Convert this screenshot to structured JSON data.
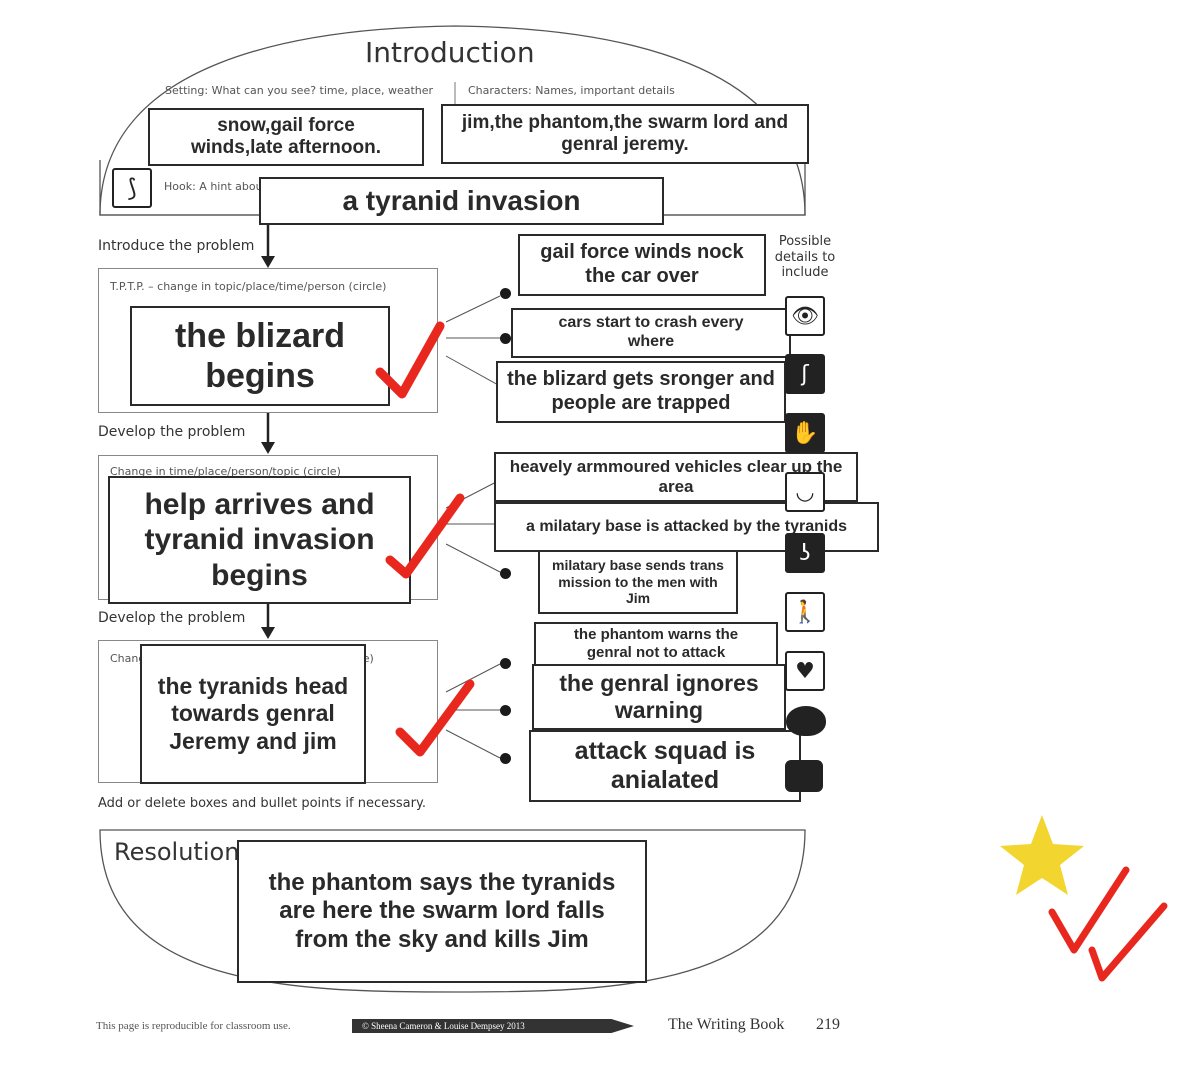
{
  "introduction": {
    "title": "Introduction",
    "setting_label": "Setting: What can you see? time, place, weather",
    "characters_label": "Characters: Names, important details",
    "setting_answer": "snow,gail force winds,late afternoon.",
    "characters_answer": "jim,the phantom,the swarm lord and genral jeremy.",
    "hook_label": "Hook: A hint about the problem",
    "hook_answer": "a tyranid invasion"
  },
  "introduce_label": "Introduce the problem",
  "details_label": "Possible details to include",
  "section1": {
    "tptp_label": "T.P.T.P. – change in topic/place/time/person (circle)",
    "main": "the blizard begins",
    "bullets": [
      "gail force winds nock the car over",
      "cars start to crash every where",
      "the blizard gets sronger and people are trapped"
    ]
  },
  "develop_label_1": "Develop the problem",
  "section2": {
    "change_label": "Change in time/place/person/topic (circle)",
    "main": "help arrives and tyranid invasion begins",
    "bullets": [
      "heavely armmoured vehicles clear up the area",
      "a milatary base is attacked by the tyranids",
      "milatary base sends trans mission to the men with Jim"
    ]
  },
  "develop_label_2": "Develop the problem",
  "section3": {
    "change_label_a": "Change in",
    "change_label_b": "(circle)",
    "main": "the tyranids head towards genral Jeremy and jim",
    "bullets": [
      "the phantom warns the genral not to attack",
      "the genral ignores warning",
      "attack squad is anialated"
    ]
  },
  "add_delete_label": "Add or delete boxes and bullet points if necessary.",
  "resolution": {
    "title": "Resolution",
    "answer": "the phantom says the tyranids are here the swarm lord falls from the sky and kills Jim"
  },
  "footer": {
    "left": "This page is reproducible for classroom use.",
    "copyright": "© Sheena Cameron & Louise Dempsey 2013",
    "book": "The Writing Book",
    "page": "219"
  },
  "colors": {
    "tick": "#e8281e",
    "star": "#f2d52f",
    "ink": "#2a2a2a"
  },
  "icons": [
    "eye-icon",
    "ear-icon",
    "hand-icon",
    "mouth-icon",
    "nose-icon",
    "walking-person-icon",
    "heart-icon",
    "thought-cloud-icon",
    "speech-bubble-icon"
  ]
}
